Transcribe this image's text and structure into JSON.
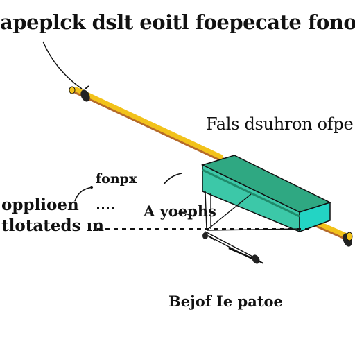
{
  "labels": {
    "title": "apeplck dslt eoitl foepecate fonoeathny",
    "right_label": "Fals dsuhron ofpe",
    "mid_label": "fonpx",
    "left_label_1": "opplioen",
    "left_label_2": "tlotateds ın",
    "center_label": "A yoephs",
    "bottom_label": "Bejof Ie patoe"
  },
  "colors": {
    "rod": "#f2c21a",
    "rod_shadow": "#b56a2a",
    "box_front": "#3cc8a8",
    "box_top": "#2fa882",
    "box_side": "#23d4c4",
    "ink": "#111111"
  }
}
